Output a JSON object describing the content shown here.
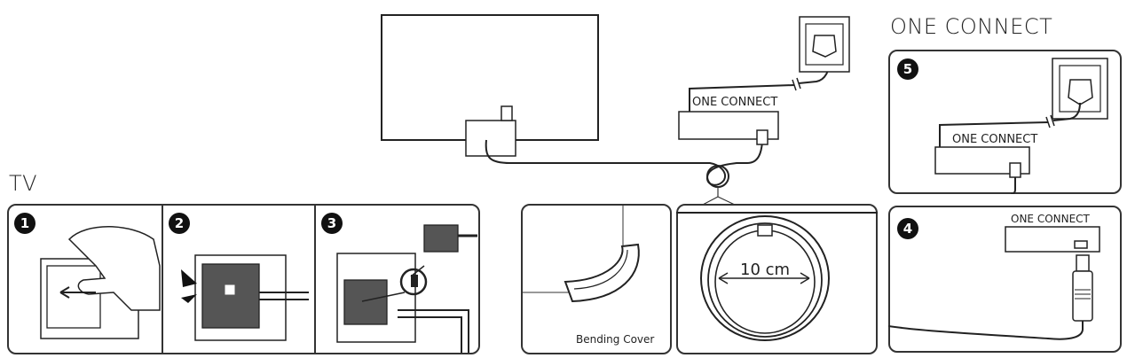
{
  "headings": {
    "one_connect": "ONE CONNECT",
    "tv": "TV"
  },
  "labels": {
    "top_box": "ONE CONNECT",
    "step5_box": "ONE CONNECT",
    "step4_box": "ONE CONNECT",
    "bending_cover": "Bending Cover",
    "loop_diameter": "10 cm"
  },
  "steps": {
    "s1": "1",
    "s2": "2",
    "s3": "3",
    "s4": "4",
    "s5": "5"
  }
}
